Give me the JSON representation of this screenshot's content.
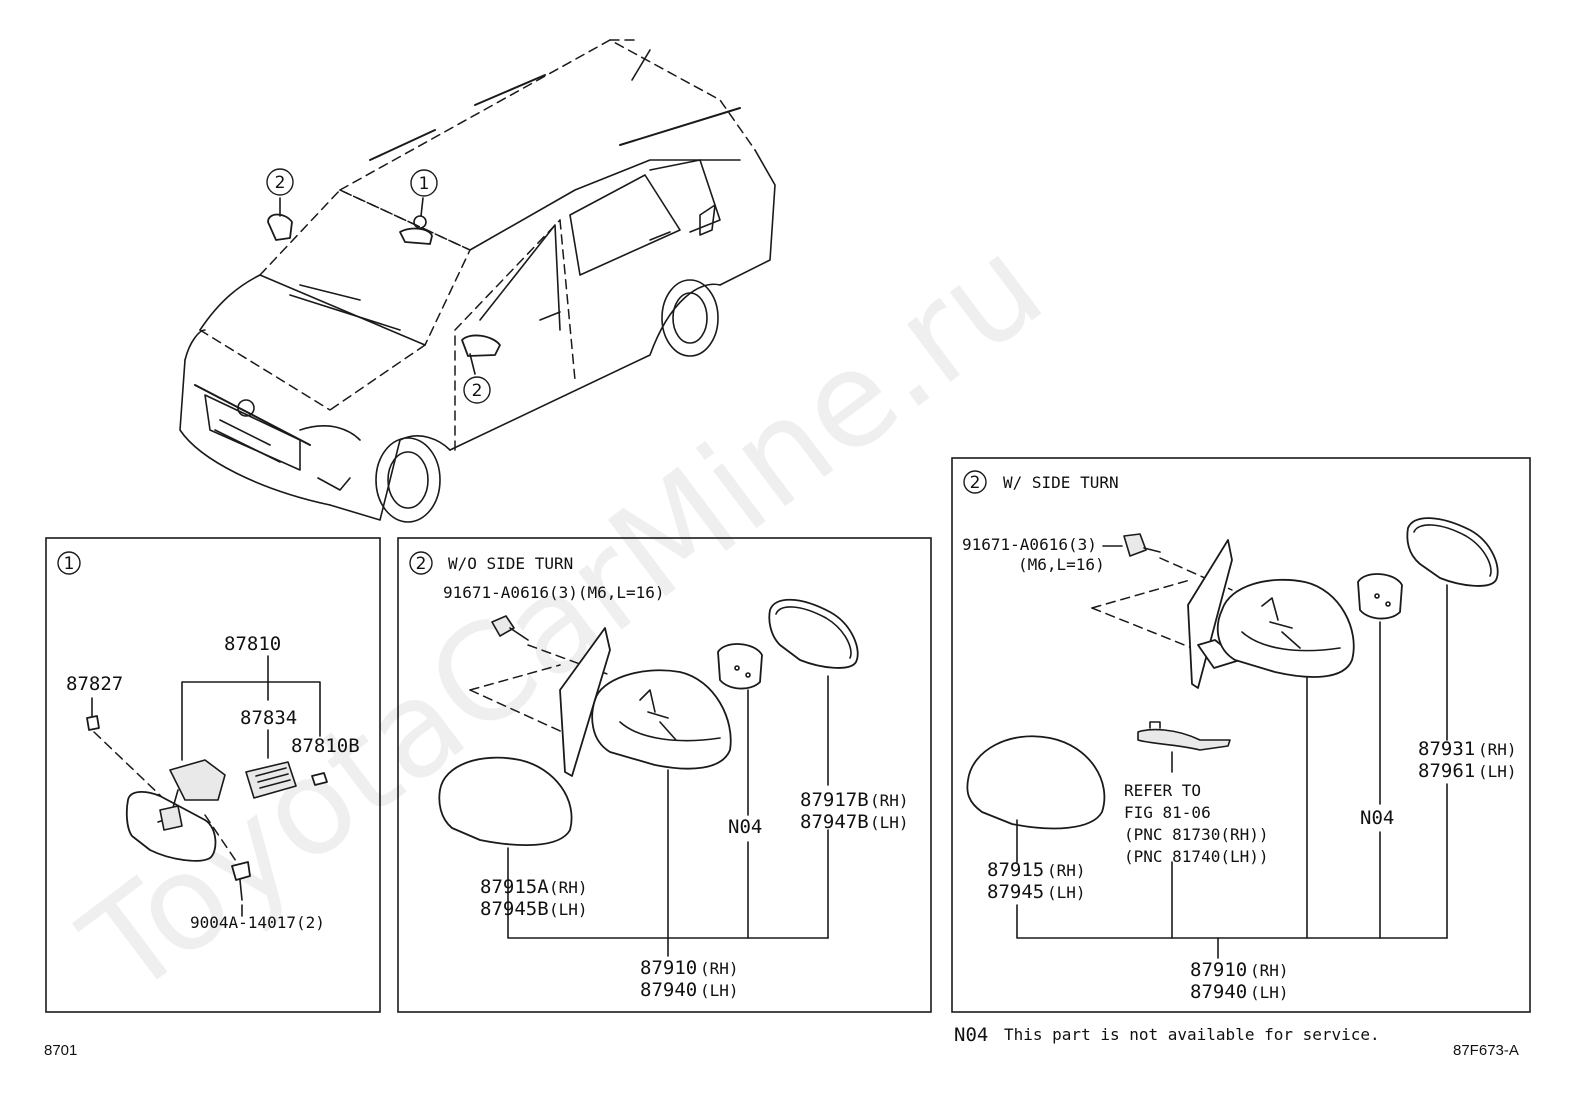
{
  "watermark": "ToyotaCarMine.ru",
  "callouts": {
    "one": "1",
    "two": "2"
  },
  "panel1": {
    "marker": "1",
    "parts": {
      "p87810": "87810",
      "p87827": "87827",
      "p87834": "87834",
      "p87810B": "87810B",
      "screw": "9004A-14017(2)"
    }
  },
  "panel2": {
    "marker": "2",
    "title": "W/O SIDE TURN",
    "bolt": "91671-A0616(3)(M6,L=16)",
    "parts": {
      "p87915A": "87915A",
      "p87915A_side": "(RH)",
      "p87945B": "87945B",
      "p87945B_side": "(LH)",
      "p87917B": "87917B",
      "p87917B_side": "(RH)",
      "p87947B": "87947B",
      "p87947B_side": "(LH)",
      "n04": "N04",
      "p87910": "87910",
      "p87910_side": "(RH)",
      "p87940": "87940",
      "p87940_side": "(LH)"
    }
  },
  "panel3": {
    "marker": "2",
    "title": "W/ SIDE TURN",
    "bolt": "91671-A0616(3)",
    "bolt_spec": "(M6,L=16)",
    "refer": [
      "REFER TO",
      "FIG 81-06",
      "(PNC 81730(RH))",
      "(PNC 81740(LH))"
    ],
    "parts": {
      "p87915": "87915",
      "p87915_side": "(RH)",
      "p87945": "87945",
      "p87945_side": "(LH)",
      "p87931": "87931",
      "p87931_side": "(RH)",
      "p87961": "87961",
      "p87961_side": "(LH)",
      "n04": "N04",
      "p87910": "87910",
      "p87910_side": "(RH)",
      "p87940": "87940",
      "p87940_side": "(LH)"
    }
  },
  "footer": {
    "note_code": "N04",
    "note_text": "This part is not available for service.",
    "page_code": "8701",
    "figure_code": "87F673-A"
  }
}
